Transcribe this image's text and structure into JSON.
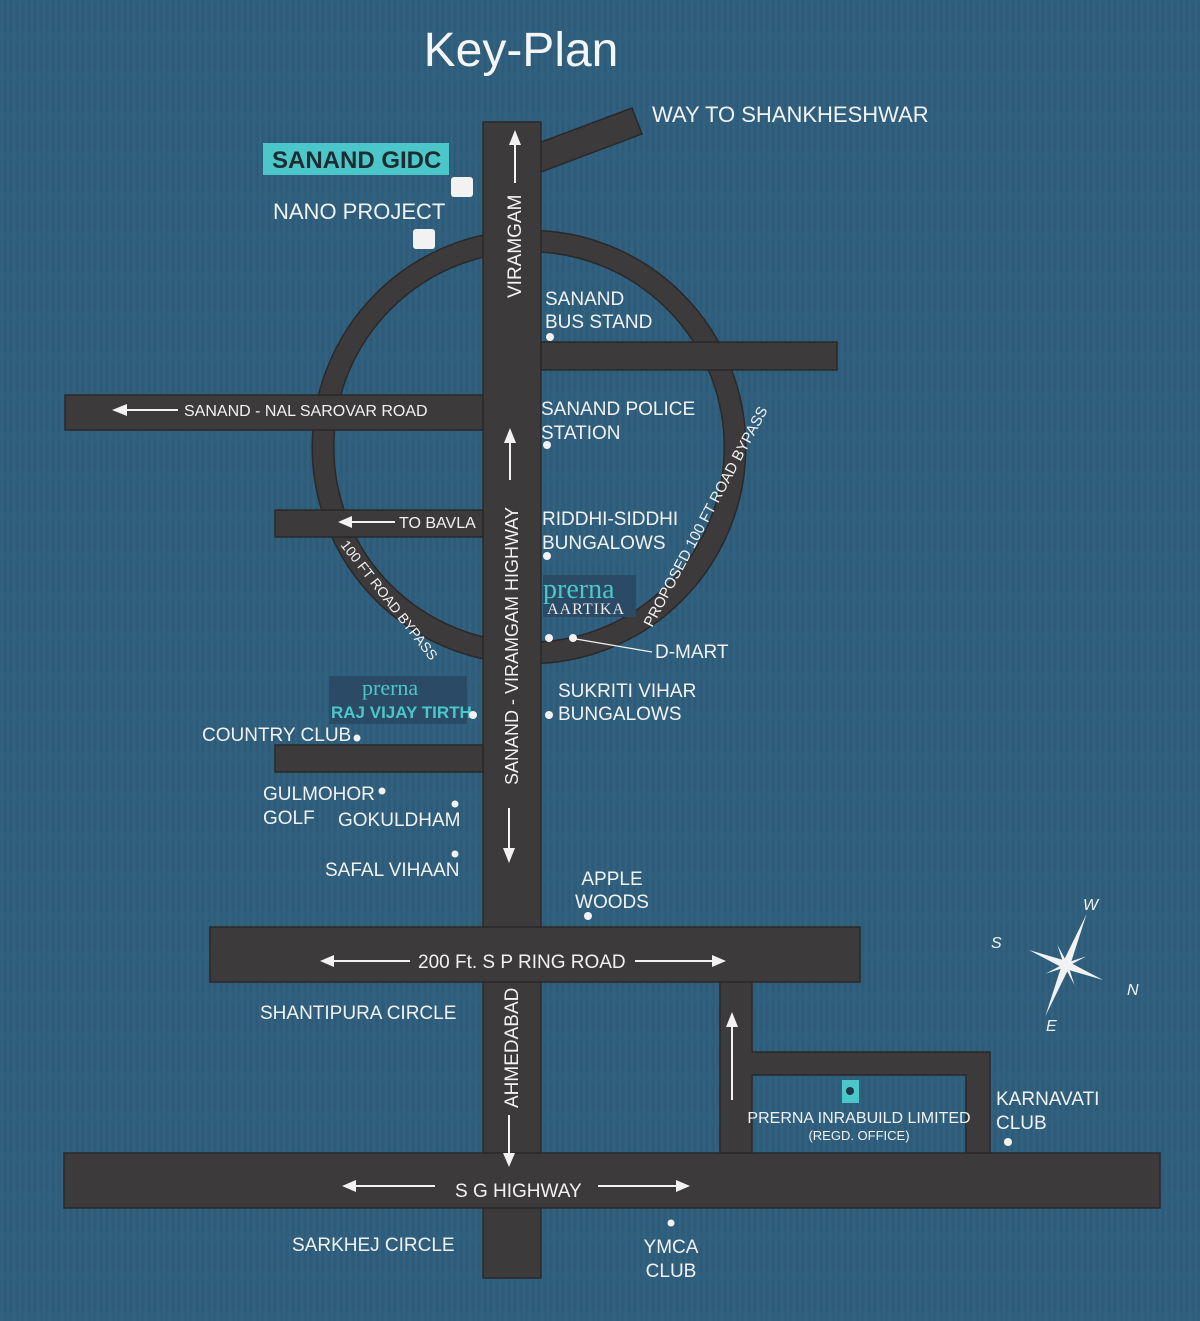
{
  "title": "Key-Plan",
  "colors": {
    "background": "#2f5e7c",
    "road": "#3d3a3b",
    "accent": "#4cc7c9",
    "text": "#f2f2f2"
  },
  "roads": {
    "shankheshwar": "WAY TO SHANKHESHWAR",
    "viramgam": "VIRAMGAM",
    "nal_sarovar": "SANAND - NAL SAROVAR ROAD",
    "to_bavla": "TO BAVLA",
    "bypass": "100 FT ROAD BYPASS",
    "proposed_bypass": "PROPOSED 100 FT ROAD BYPASS",
    "highway": "SANAND - VIRAMGAM HIGHWAY",
    "ring_road": "200 Ft.  S P RING ROAD",
    "ahmedabad": "AHMEDABAD",
    "sg_highway": "S G HIGHWAY"
  },
  "landmarks": {
    "sanand_gidc": "SANAND GIDC",
    "nano_project": "NANO PROJECT",
    "bus_stand_1": "SANAND",
    "bus_stand_2": "BUS STAND",
    "police_1": "SANAND POLICE",
    "police_2": "STATION",
    "riddhi_1": "RIDDHI-SIDDHI",
    "riddhi_2": "BUNGALOWS",
    "dmart": "D-MART",
    "sukriti_1": "SUKRITI VIHAR",
    "sukriti_2": "BUNGALOWS",
    "country_club": "COUNTRY CLUB",
    "gulmohor_1": "GULMOHOR",
    "gulmohor_2": "GOLF",
    "gokuldham": "GOKULDHAM",
    "safal": "SAFAL VIHAAN",
    "apple_1": "APPLE",
    "apple_2": "WOODS",
    "shantipura": "SHANTIPURA CIRCLE",
    "office_1": "PRERNA INRABUILD LIMITED",
    "office_2": "(REGD. OFFICE)",
    "karnavati_1": "KARNAVATI",
    "karnavati_2": "CLUB",
    "sarkhej": "SARKHEJ CIRCLE",
    "ymca_1": "YMCA",
    "ymca_2": "CLUB"
  },
  "projects": {
    "aartika_brand": "prerna",
    "aartika_name": "AARTIKA",
    "rajvijay_brand": "prerna",
    "rajvijay_name": "RAJ VIJAY TIRTH"
  },
  "compass": {
    "n": "N",
    "s": "S",
    "e": "E",
    "w": "W"
  }
}
